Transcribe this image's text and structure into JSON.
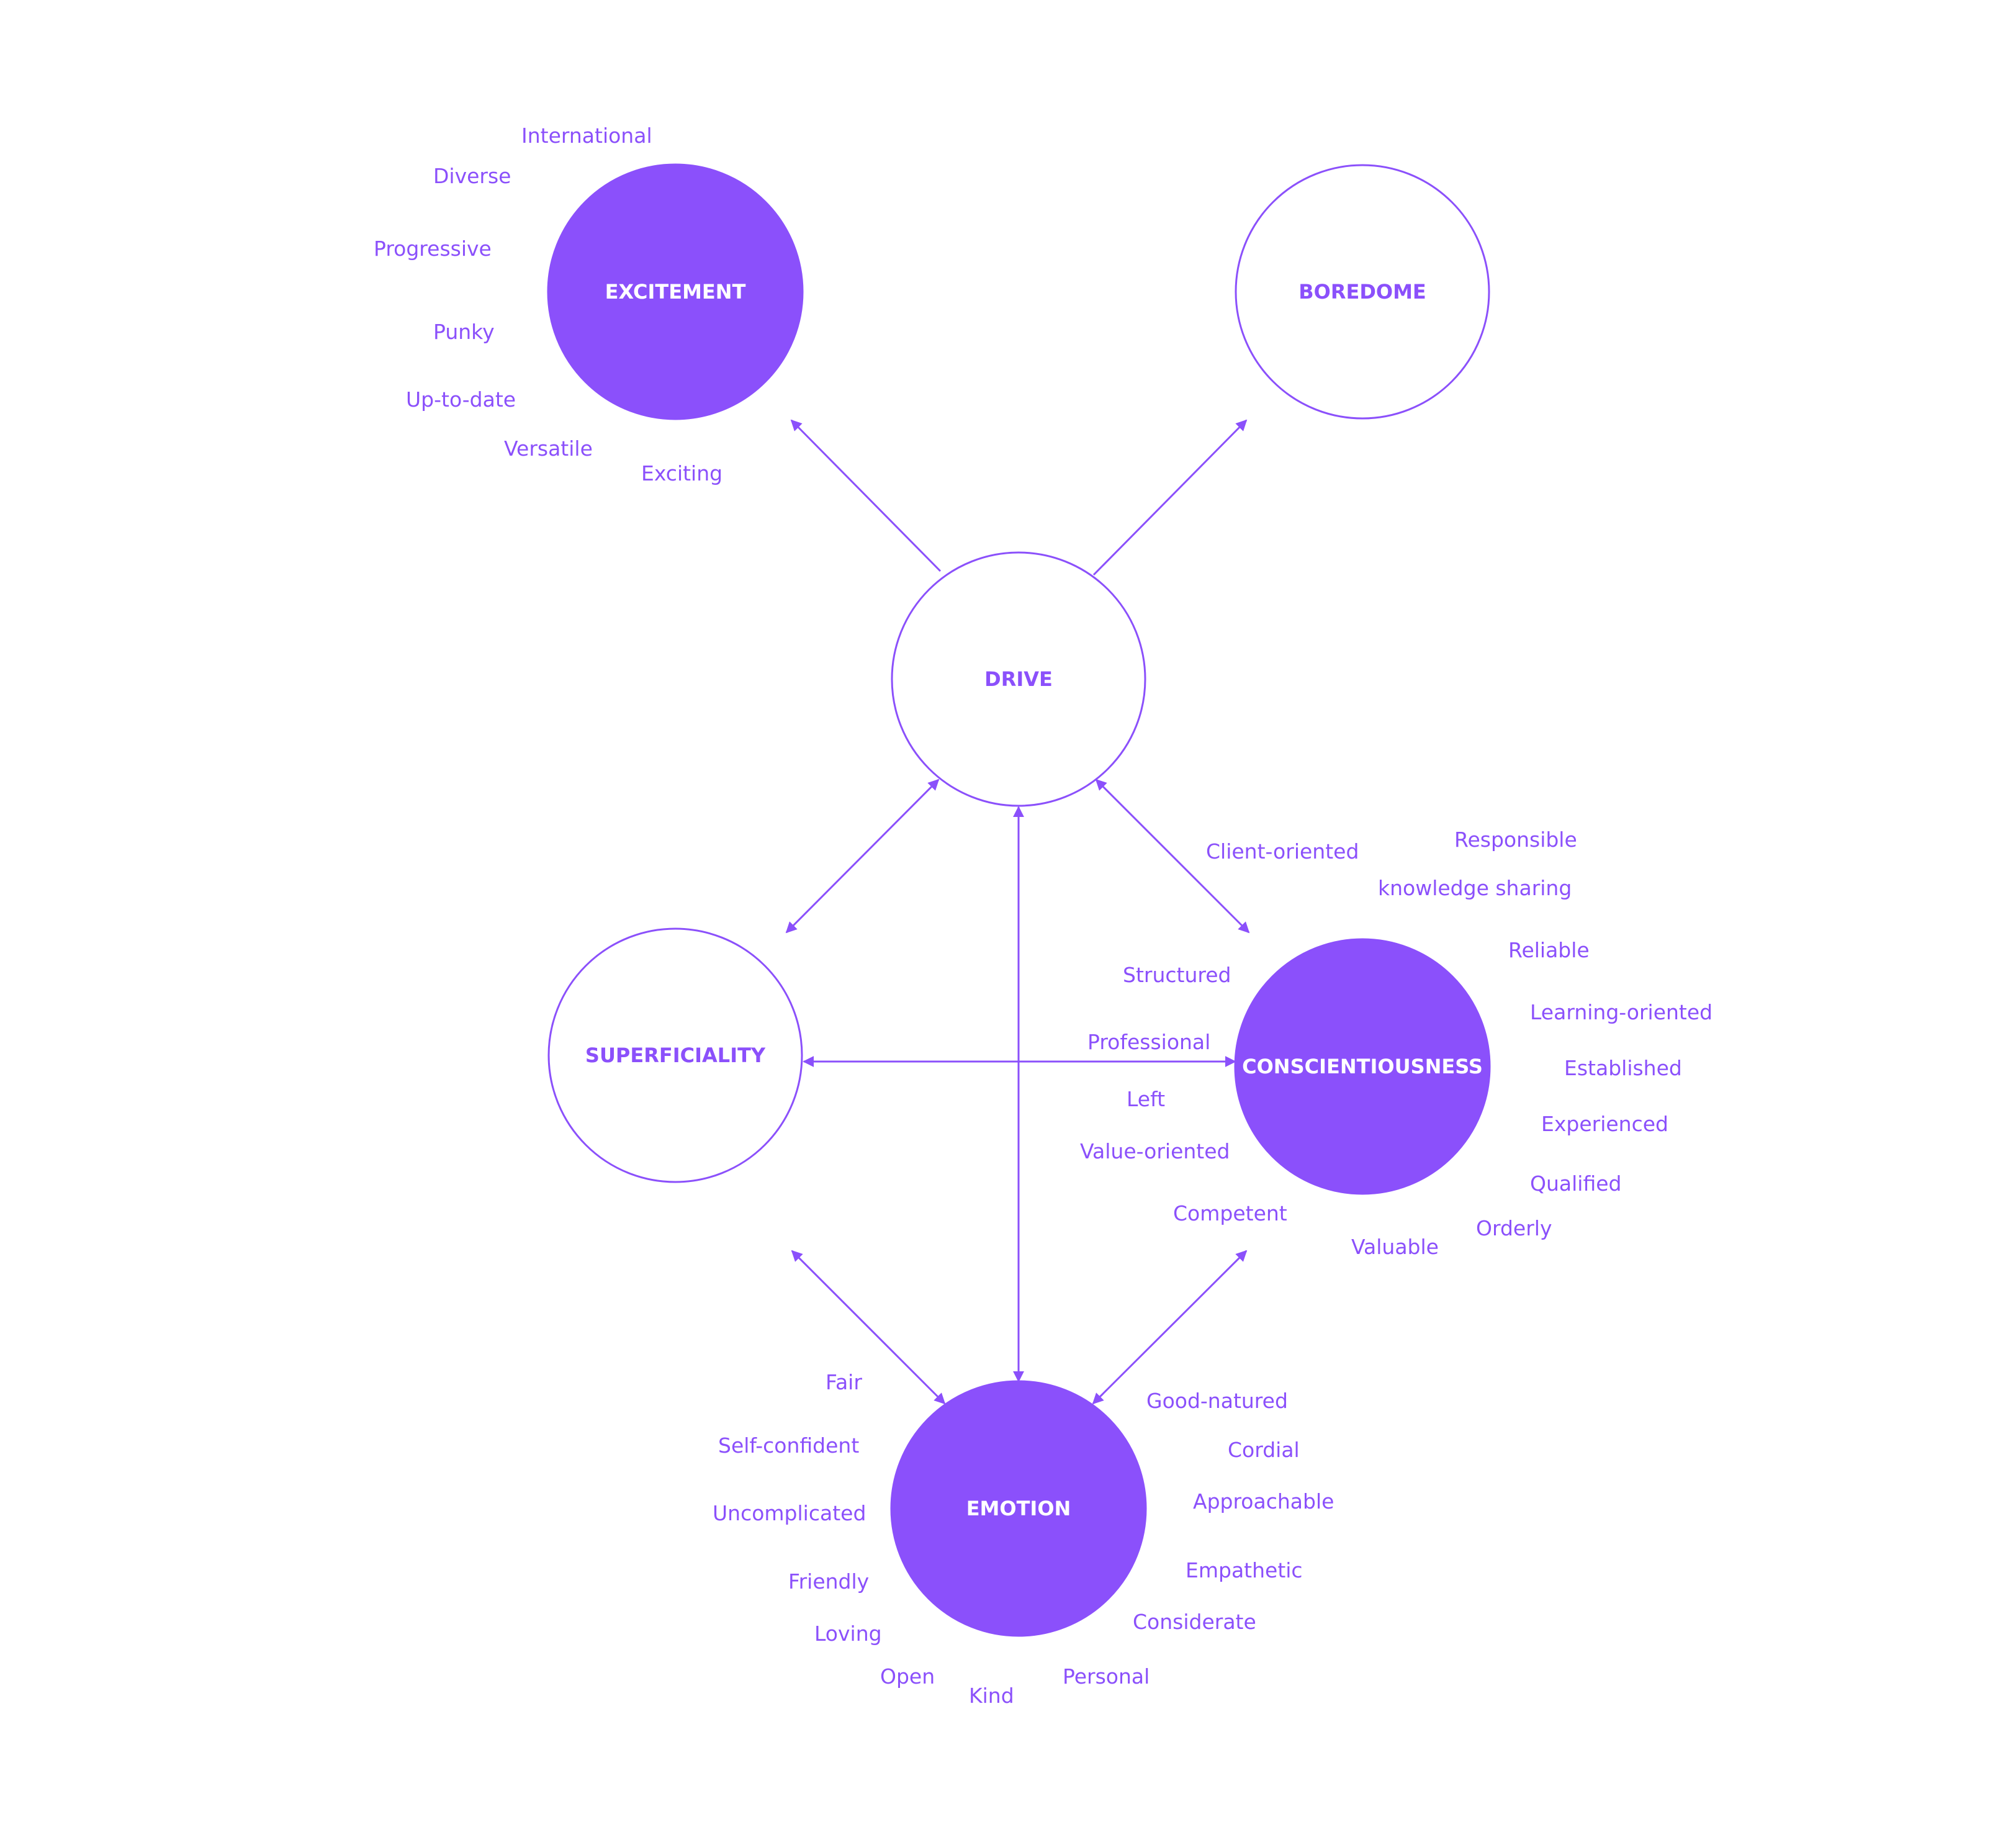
{
  "colors": {
    "accent": "#8b50fb",
    "background": "#ffffff",
    "filled_text": "#ffffff"
  },
  "nodes": {
    "excitement": {
      "label": "EXCITEMENT",
      "filled": true
    },
    "boredome": {
      "label": "BOREDOME",
      "filled": false
    },
    "drive": {
      "label": "DRIVE",
      "filled": false
    },
    "superficiality": {
      "label": "SUPERFICIALITY",
      "filled": false
    },
    "conscientiousness": {
      "label": "CONSCIENTIOUSNESS",
      "filled": true
    },
    "emotion": {
      "label": "EMOTION",
      "filled": true
    }
  },
  "edges": [
    {
      "from": "drive",
      "to": "excitement",
      "direction": "forward"
    },
    {
      "from": "drive",
      "to": "boredome",
      "direction": "forward"
    },
    {
      "from": "drive",
      "to": "superficiality",
      "direction": "both"
    },
    {
      "from": "drive",
      "to": "conscientiousness",
      "direction": "both"
    },
    {
      "from": "drive",
      "to": "emotion",
      "direction": "both"
    },
    {
      "from": "superficiality",
      "to": "conscientiousness",
      "direction": "both"
    },
    {
      "from": "superficiality",
      "to": "emotion",
      "direction": "both"
    },
    {
      "from": "conscientiousness",
      "to": "emotion",
      "direction": "both"
    }
  ],
  "word_groups": {
    "excitement": [
      "International",
      "Diverse",
      "Progressive",
      "Punky",
      "Up-to-date",
      "Versatile",
      "Exciting"
    ],
    "conscientiousness": [
      "Client-oriented",
      "Responsible",
      "knowledge sharing",
      "Reliable",
      "Structured",
      "Learning-oriented",
      "Professional",
      "Established",
      "Left",
      "Experienced",
      "Value-oriented",
      "Qualified",
      "Competent",
      "Orderly",
      "Valuable"
    ],
    "emotion": [
      "Fair",
      "Good-natured",
      "Self-confident",
      "Cordial",
      "Approachable",
      "Uncomplicated",
      "Empathetic",
      "Friendly",
      "Considerate",
      "Loving",
      "Open",
      "Personal",
      "Kind"
    ]
  }
}
